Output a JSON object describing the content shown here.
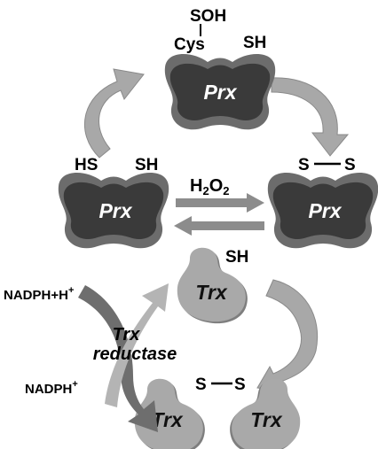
{
  "top_prx": {
    "label": "Prx",
    "sulfenic": "SOH",
    "cys": "Cys",
    "thiol": "SH"
  },
  "left_prx": {
    "label": "Prx",
    "thiol_left": "HS",
    "thiol_right": "SH"
  },
  "right_prx": {
    "label": "Prx",
    "s_left": "S",
    "s_right": "S"
  },
  "h2o2": {
    "h": "H",
    "sub1": "2",
    "o": "O",
    "sub2": "2"
  },
  "trx_reduced": {
    "label": "Trx",
    "thiol": "SH"
  },
  "trx_oxidized": {
    "label_left": "Trx",
    "label_right": "Trx",
    "s_left": "S",
    "s_right": "S"
  },
  "reductase": {
    "line1": "Trx",
    "line2": "reductase"
  },
  "nadph_h": {
    "text": "NADPH+H",
    "sup": "+"
  },
  "nadph_plus": {
    "text": "NADPH",
    "sup": "+"
  },
  "colors": {
    "prx_dark": "#3a3a3a",
    "prx_rim": "#6c6c6c",
    "trx_fill": "#a9a9a9",
    "trx_rim": "#7e7e7e",
    "arrow_light": "#aaaaaa",
    "arrow_mid": "#8c8c8c"
  }
}
